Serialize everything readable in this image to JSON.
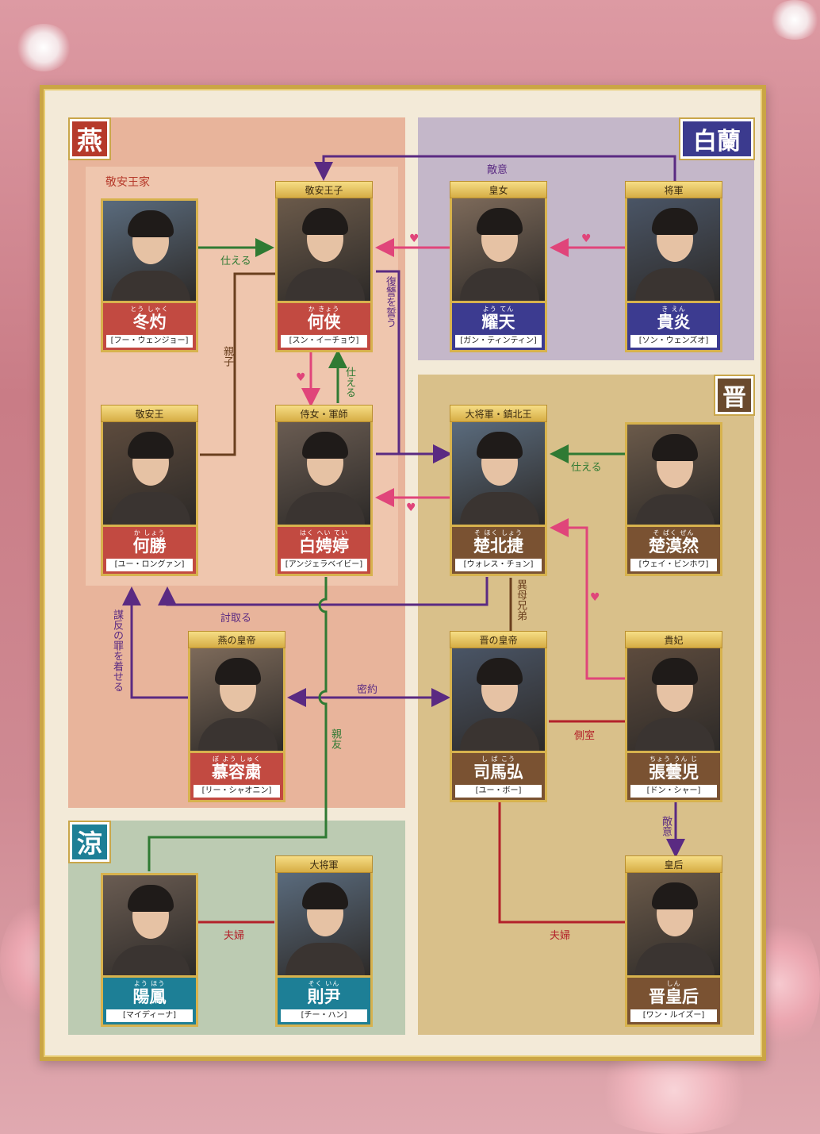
{
  "regions": {
    "yan": {
      "label": "燕",
      "color": "#b63a2b",
      "bg": "#e8b49b"
    },
    "bailan": {
      "label": "白蘭",
      "color": "#3b3a8e",
      "bg": "#c4b7c9"
    },
    "jin": {
      "label": "晋",
      "color": "#6a4a2e",
      "bg": "#d9c08a"
    },
    "liang": {
      "label": "涼",
      "color": "#1d7f96",
      "bg": "#bccbb2"
    }
  },
  "family_label": "敬安王家",
  "characters": [
    {
      "id": "dongshuo",
      "title": "",
      "ruby": "とう しゃく",
      "name": "冬灼",
      "actor": "[フー・ウェンジョー]",
      "plate": "#c24a41"
    },
    {
      "id": "heqiao",
      "title": "敬安王子",
      "ruby": "か きょう",
      "name": "何侠",
      "actor": "[スン・イーチョウ]",
      "plate": "#c24a41"
    },
    {
      "id": "yaotian",
      "title": "皇女",
      "ruby": "よう てん",
      "name": "耀天",
      "actor": "[ガン・ティンティン]",
      "plate": "#3c3b90"
    },
    {
      "id": "guiyan",
      "title": "将軍",
      "ruby": "き えん",
      "name": "貴炎",
      "actor": "[ソン・ウェンズオ]",
      "plate": "#3c3b90"
    },
    {
      "id": "hesheng",
      "title": "敬安王",
      "ruby": "か しょう",
      "name": "何勝",
      "actor": "[ユー・ロングァン]",
      "plate": "#c24a41"
    },
    {
      "id": "baipingting",
      "title": "侍女・軍師",
      "ruby": "はく へい てい",
      "name": "白娉婷",
      "actor": "[アンジェラベイビー]",
      "plate": "#c24a41"
    },
    {
      "id": "chubeijie",
      "title": "大将軍・鎮北王",
      "ruby": "そ ほく しょう",
      "name": "楚北捷",
      "actor": "[ウォレス・チョン]",
      "plate": "#7a5232"
    },
    {
      "id": "chumoran",
      "title": "",
      "ruby": "そ ばく ぜん",
      "name": "楚漠然",
      "actor": "[ウェイ・ビンホワ]",
      "plate": "#7a5232"
    },
    {
      "id": "murongsu",
      "title": "燕の皇帝",
      "ruby": "ぼ よう しゅく",
      "name": "慕容粛",
      "actor": "[リー・シャオニン]",
      "plate": "#c24a41"
    },
    {
      "id": "simahong",
      "title": "晋の皇帝",
      "ruby": "し ば こう",
      "name": "司馬弘",
      "actor": "[ユー・ボー]",
      "plate": "#7a5232"
    },
    {
      "id": "zhangyuner",
      "title": "貴妃",
      "ruby": "ちょう うん じ",
      "name": "張蕓児",
      "actor": "[ドン・シャー]",
      "plate": "#7a5232"
    },
    {
      "id": "yangfeng",
      "title": "",
      "ruby": "よう ほう",
      "name": "陽鳳",
      "actor": "[マイディーナ]",
      "plate": "#1d7f96"
    },
    {
      "id": "zeyin",
      "title": "大将軍",
      "ruby": "そく いん",
      "name": "則尹",
      "actor": "[チー・ハン]",
      "plate": "#1d7f96"
    },
    {
      "id": "jinhuanghou",
      "title": "皇后",
      "ruby": "しん",
      "name": "晋皇后",
      "actor": "[ワン・ルイズー]",
      "plate": "#7a5232"
    }
  ],
  "relations": {
    "enmity_top": "敵意",
    "serve1": "仕える",
    "parent": "親子",
    "revenge": "復讐を誓う",
    "serve2": "仕える",
    "serve3": "仕える",
    "killed": "討取る",
    "frame_crime": "謀反の罪を着せる",
    "pact": "密約",
    "friend": "親友",
    "half_brother": "異母兄弟",
    "concubine": "側室",
    "enmity2": "敵意",
    "couple1": "夫婦",
    "couple2": "夫婦"
  }
}
